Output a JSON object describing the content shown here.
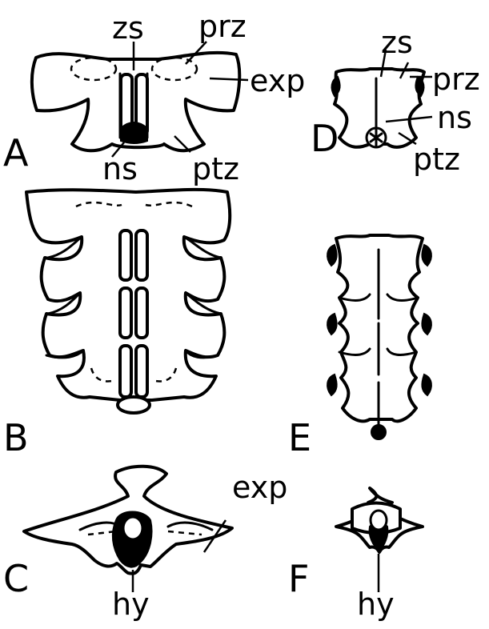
{
  "panels": {
    "A": {
      "letter": "A",
      "labels": {
        "zs": "zs",
        "prz": "prz",
        "exp": "exp",
        "ns": "ns",
        "ptz": "ptz"
      }
    },
    "B": {
      "letter": "B"
    },
    "C": {
      "letter": "C",
      "labels": {
        "exp": "exp",
        "hy": "hy"
      }
    },
    "D": {
      "letter": "D",
      "labels": {
        "zs": "zs",
        "prz": "prz",
        "ns": "ns",
        "ptz": "ptz"
      }
    },
    "E": {
      "letter": "E"
    },
    "F": {
      "letter": "F",
      "labels": {
        "hy": "hy"
      }
    }
  }
}
